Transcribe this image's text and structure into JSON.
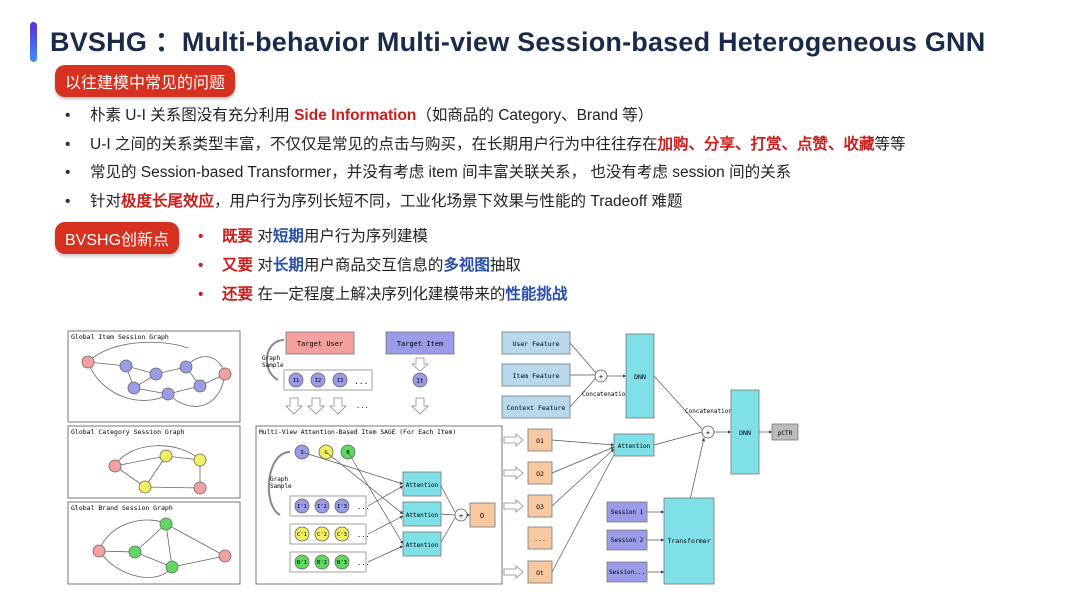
{
  "title": "BVSHG ：Multi-behavior Multi-view Session-based Heterogeneous GNN",
  "problems_tag": "以往建模中常见的问题",
  "problems": [
    {
      "a": "朴素 U-I 关系图没有充分利用 ",
      "b": "Side Information",
      "c": "（如商品的 Category、Brand 等）"
    },
    {
      "a": "U-I 之间的关系类型丰富，不仅仅是常见的点击与购买，在长期用户行为中往往存在",
      "b": "加购、分享、打赏、点赞、收藏",
      "c": "等等"
    },
    {
      "a": "常见的 Session-based Transformer，并没有考虑 item 间丰富关联关系， 也没有考虑 session 间的关系"
    },
    {
      "a": "针对",
      "b": "极度长尾效应",
      "c": "，用户行为序列长短不同，工业化场景下效果与性能的 Tradeoff 难题"
    }
  ],
  "innovation_tag": "BVSHG创新点",
  "innovations": [
    {
      "lead": "既要",
      "a": " 对",
      "b": "短期",
      "c": "用户行为序列建模"
    },
    {
      "lead": "又要",
      "a": " 对",
      "b": "长期",
      "c": "用户商品交互信息的",
      "d": "多视图",
      "e": "抽取"
    },
    {
      "lead": "还要",
      "a": " 在一定程度上解决序列化建模带来的",
      "b": "性能挑战"
    }
  ],
  "diagram": {
    "graph_item_title": "Global Item Session Graph",
    "graph_cat_title": "Global Category Session Graph",
    "graph_brand_title": "Global Brand Session Graph",
    "target_user": "Target User",
    "target_item": "Target Item",
    "graph_sample": "Graph\nSample",
    "user_feature": "User Feature",
    "item_feature": "Item Feature",
    "context_feature": "Context Feature",
    "concatenation": "Concatenation",
    "dnn": "DNN",
    "pctr": "pCTR",
    "attention": "Attention",
    "transformer": "Transformer",
    "sage_title": "Multi-View Attention-Based Item SAGE (For Each Item)",
    "sessions": [
      "Session 1",
      "Session 2",
      "Session..."
    ],
    "outputs": [
      "O1",
      "O2",
      "O3",
      "...",
      "Ot"
    ],
    "seq_nodes": [
      "I1",
      "I2",
      "I3",
      "..."
    ],
    "it_node": "It",
    "o_node": "O",
    "icb": [
      "I",
      "C",
      "B"
    ],
    "row_i": [
      "I'1",
      "I'2",
      "I'3",
      "..."
    ],
    "row_c": [
      "C'1",
      "C'2",
      "C'3",
      "..."
    ],
    "row_b": [
      "B'1",
      "B'2",
      "B'3",
      "..."
    ],
    "ellipsis": "...",
    "plus": "+",
    "colors": {
      "pink": "#f4a0a0",
      "purple": "#9a9ce8",
      "blue": "#b8d8ee",
      "teal": "#7fe0e8",
      "orange": "#f8c8a0",
      "yellow": "#f0f060",
      "green": "#60d860",
      "gray": "#bbbbbb"
    }
  }
}
